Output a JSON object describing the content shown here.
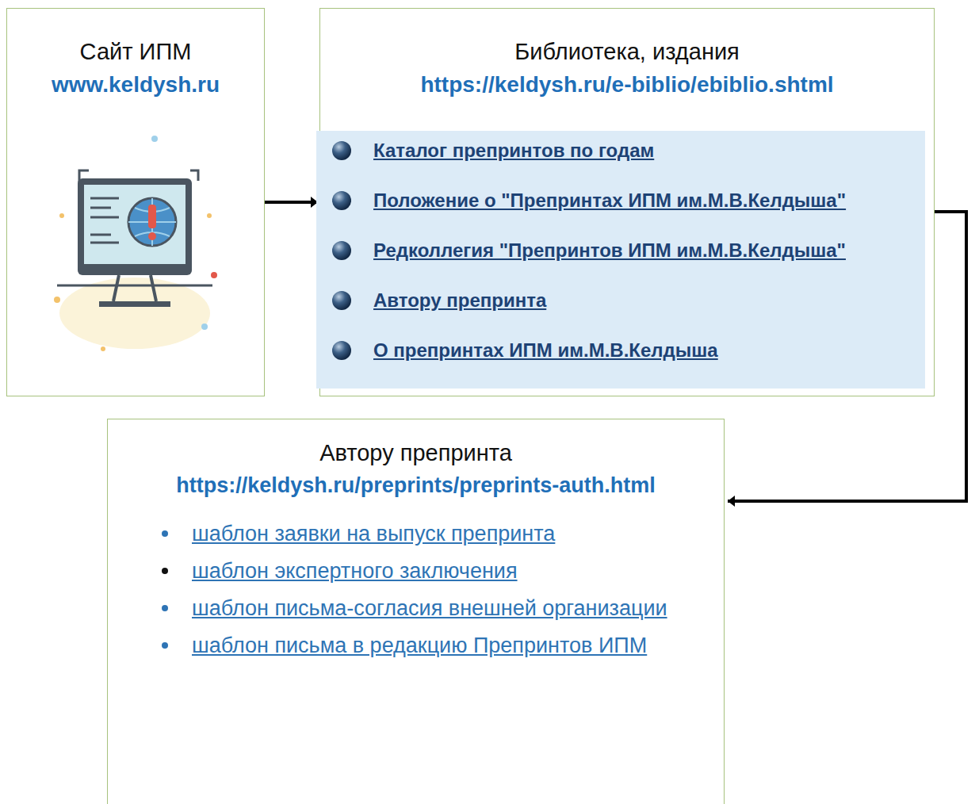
{
  "diagram": {
    "nodes": [
      {
        "text": [
          "Сайт ИПМ",
          "www.keldysh.ru"
        ]
      },
      {
        "text": [
          "Библиотека, издания",
          "https://keldysh.ru/e-biblio/ebiblio.shtml"
        ]
      },
      {
        "text": [
          "Каталог препринтов по годам",
          "Положение о \"Препринтах ИПМ им.М.В.Келдыша\"",
          "Редколлегия \"Препринтов ИПМ им.М.В.Келдыша\"",
          "Автору препринта",
          "О препринтах ИПМ им.М.В.Келдыша"
        ],
        "in": 1
      },
      {
        "text": [
          "Автору препринта",
          "https://keldysh.ru/preprints/preprints-auth.html",
          "шаблон заявки  на выпуск препринта",
          "шаблон экспертного заключения",
          "шаблон письма-согласия внешней организации",
          "шаблон письма в редакцию Препринтов ИПМ"
        ]
      }
    ],
    "edges": [
      {
        "from": 0,
        "to": 1,
        "arrow": "to"
      },
      {
        "from": 1,
        "to": 3,
        "arrow": "to"
      }
    ]
  }
}
